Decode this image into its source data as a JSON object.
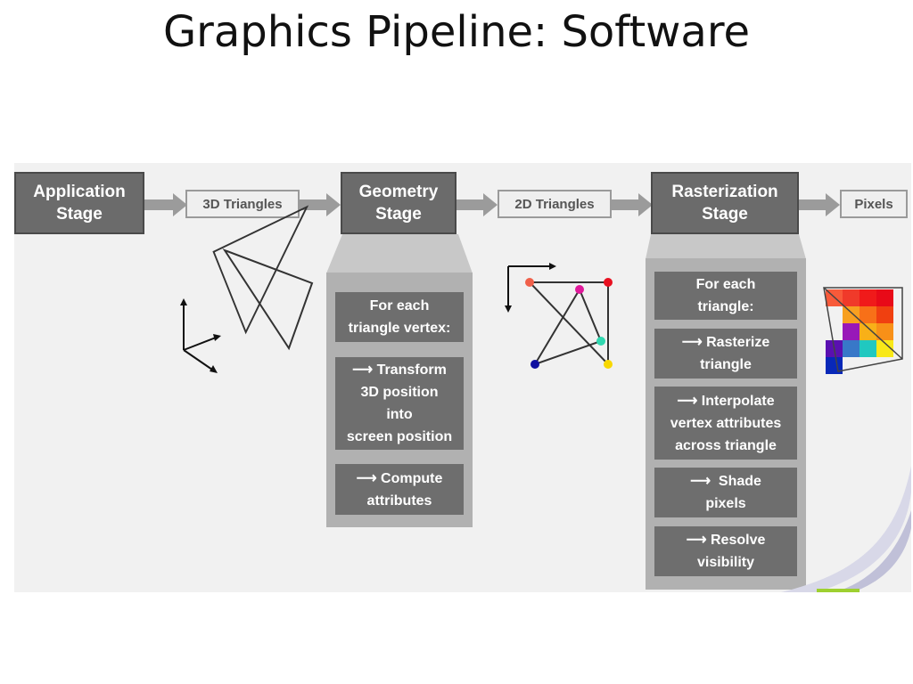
{
  "title": "Graphics Pipeline: Software",
  "stages": {
    "application": {
      "line1": "Application",
      "line2": "Stage"
    },
    "geometry": {
      "line1": "Geometry",
      "line2": "Stage"
    },
    "rasterization": {
      "line1": "Rasterization",
      "line2": "Stage"
    }
  },
  "tags": {
    "tri3d": "3D Triangles",
    "tri2d": "2D Triangles",
    "pixels": "Pixels"
  },
  "geometry_steps": {
    "header_l1": "For each",
    "header_l2": "triangle vertex:",
    "transform_l1": "Transform",
    "transform_l2": "3D position",
    "transform_l3": "into",
    "transform_l4": "screen position",
    "compute_l1": "Compute",
    "compute_l2": "attributes"
  },
  "raster_steps": {
    "header_l1": "For each",
    "header_l2": "triangle:",
    "rasterize_l1": "Rasterize",
    "rasterize_l2": "triangle",
    "interp_l1": "Interpolate",
    "interp_l2": "vertex attributes",
    "interp_l3": "across triangle",
    "shade_l1": "Shade",
    "shade_l2": "pixels",
    "resolve_l1": "Resolve",
    "resolve_l2": "visibility"
  },
  "arrow_glyph": "⟶",
  "colors": {
    "stage_fill": "#6b6b6b",
    "column_fill": "#b1b1b1",
    "vertex_colors": [
      "#f0604a",
      "#e0189a",
      "#e81020",
      "#30d8b0",
      "#1010a0",
      "#f8d800"
    ],
    "pixel_colors": [
      "#f85a3a",
      "#f03a2a",
      "#f01a1a",
      "#e80a18",
      "#f8a020",
      "#f87018",
      "#f04010",
      "#9818b8",
      "#f8b018",
      "#f89018",
      "#5a10b0",
      "#3878c8",
      "#20c8c0",
      "#f8e818",
      "#0828b8"
    ]
  }
}
